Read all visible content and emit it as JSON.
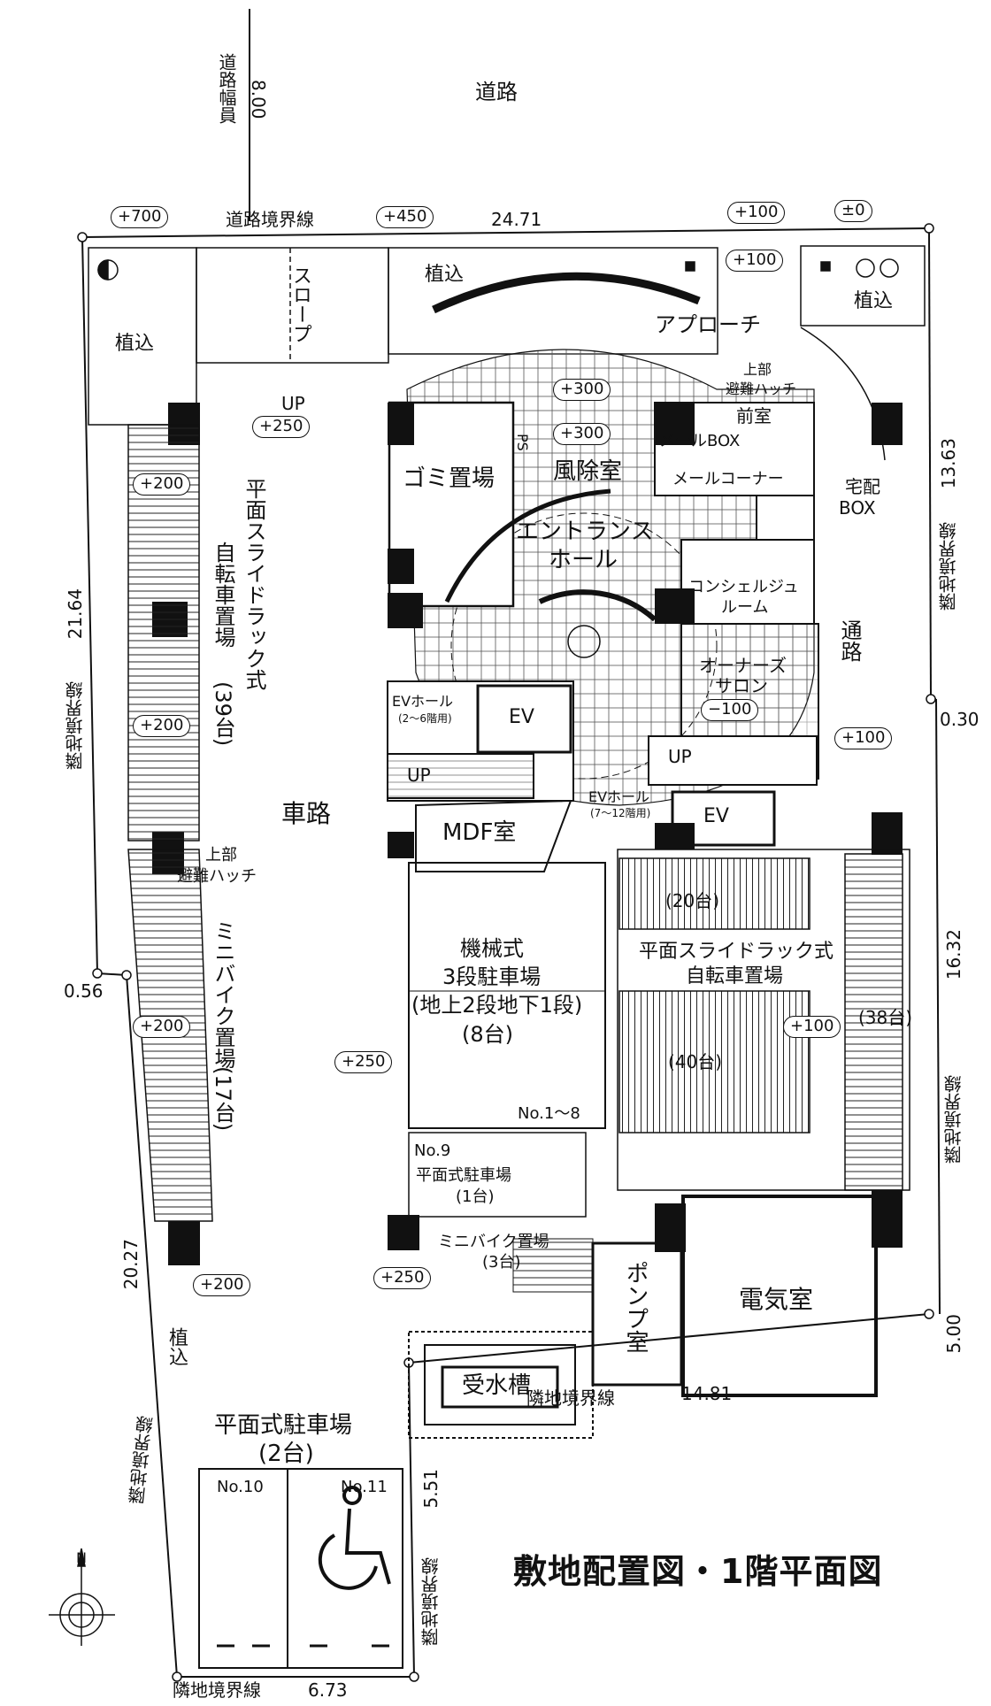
{
  "title": "敷地配置図・1階平面図",
  "road": {
    "label": "道路",
    "width_label": "道路幅員",
    "width_value": "8.00",
    "boundary_label": "道路境界線",
    "boundary_length": "24.71"
  },
  "boundaries": {
    "left_label": "隣地境界線",
    "left_length": "21.64",
    "left_jog": "0.56",
    "left_lower_length": "20.27",
    "left_lower_label": "隣地境界線",
    "bottom_left_label": "隣地境界線",
    "bottom_left_length": "6.73",
    "inner_vertical_label": "隣地境界線",
    "inner_vertical_length": "5.51",
    "inner_bottom_label": "隣地境界線",
    "inner_bottom_length": "14.81",
    "right_upper_length": "13.63",
    "right_upper_label": "隣地境界線",
    "right_jog": "0.30",
    "right_mid_length": "16.32",
    "right_mid_label": "隣地境界線",
    "right_lower_length": "5.00"
  },
  "levels": {
    "l700": "+700",
    "l450": "+450",
    "l100_top": "+100",
    "l0": "±0",
    "l100_b": "+100",
    "l250_up": "+250",
    "l300_a": "+300",
    "l300_b": "+300",
    "l200_a": "+200",
    "l200_b": "+200",
    "l200_c": "+200",
    "l200_d": "+200",
    "l100_path": "+100",
    "l100_mid": "+100",
    "l250_mid": "+250",
    "l250_low": "+250",
    "lm100": "−100"
  },
  "rooms": {
    "planting_left": "植込",
    "planting_top": "植込",
    "planting_right": "植込",
    "planting_lower": "植込",
    "slope": "スロープ",
    "up_slope": "UP",
    "approach": "アプローチ",
    "upper_hatch_top_1": "上部",
    "upper_hatch_top_2": "避難ハッチ",
    "front_room": "前室",
    "mail_box": "メールBOX",
    "mail_corner": "メールコーナー",
    "delivery_box_1": "宅配",
    "delivery_box_2": "BOX",
    "garbage": "ゴミ置場",
    "ps": "PS",
    "windbreak": "風除室",
    "entrance_hall_1": "エントランス",
    "entrance_hall_2": "ホール",
    "concierge_1": "コンシェルジュ",
    "concierge_2": "ルーム",
    "passage": "通路",
    "owners_salon_1": "オーナーズ",
    "owners_salon_2": "サロン",
    "ev_hall_1": "EVホール",
    "ev_hall_1_sub": "(2〜6階用)",
    "ev_1": "EV",
    "up_1": "UP",
    "up_2": "UP",
    "ev_hall_2": "EVホール",
    "ev_hall_2_sub": "(7〜12階用)",
    "ev_2": "EV",
    "mdf": "MDF室",
    "bike_left_1": "平面スライドラック式",
    "bike_left_2": "自転車置場",
    "bike_left_3": "(39台)",
    "road_inner": "車路",
    "upper_hatch_left_1": "上部",
    "upper_hatch_left_2": "避難ハッチ",
    "minibike_left_1": "ミニバイク置場",
    "minibike_left_2": "(17台)",
    "mech_parking_1": "機械式",
    "mech_parking_2": "3段駐車場",
    "mech_parking_3": "(地上2段地下1段)",
    "mech_parking_4": "(8台)",
    "mech_parking_no": "No.1〜8",
    "bike_right_1": "平面スライドラック式",
    "bike_right_2": "自転車置場",
    "bike_count_20": "(20台)",
    "bike_count_40": "(40台)",
    "bike_count_38": "(38台)",
    "no9": "No.9",
    "flat_parking_9_1": "平面式駐車場",
    "flat_parking_9_2": "(1台)",
    "minibike_small_1": "ミニバイク置場",
    "minibike_small_2": "(3台)",
    "pump_room": "ポンプ室",
    "electric_room": "電気室",
    "water_tank": "受水槽",
    "flat_parking_1": "平面式駐車場",
    "flat_parking_2": "(2台)",
    "no10": "No.10",
    "no11": "No.11",
    "compass_n": "N"
  }
}
